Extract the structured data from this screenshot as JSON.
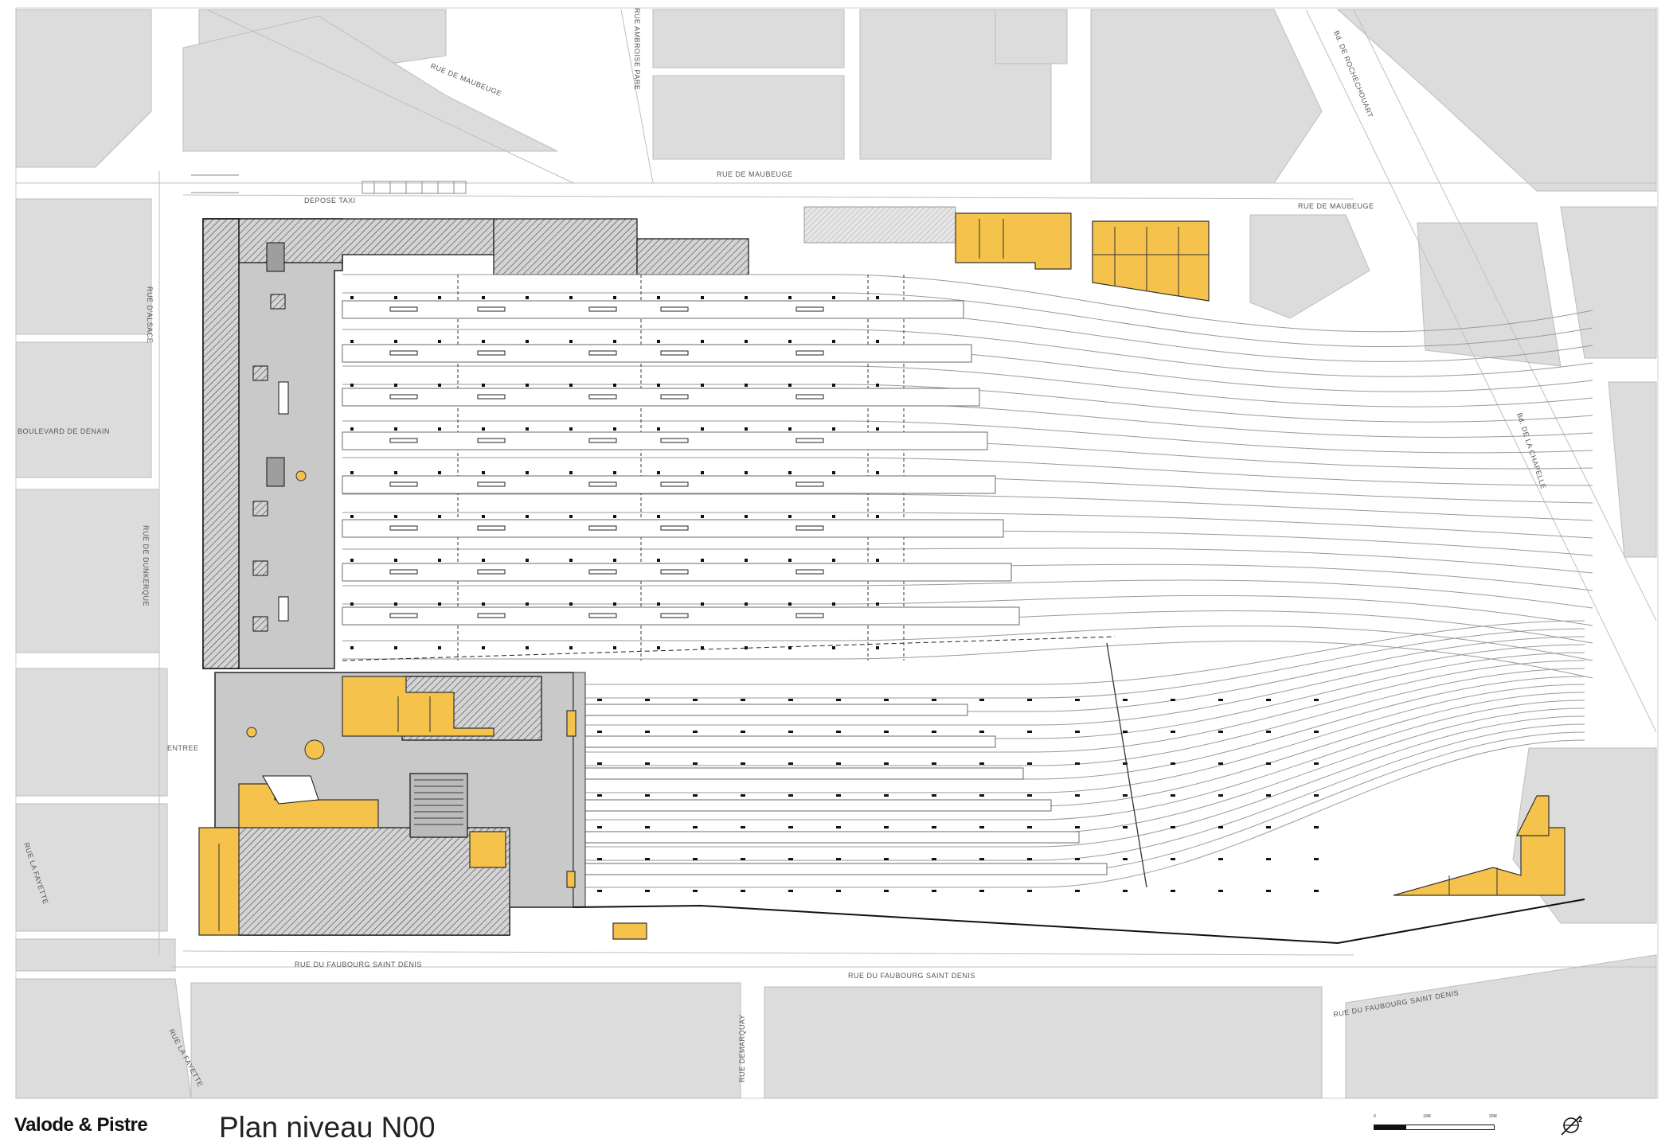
{
  "streets": {
    "rue_de_maubeuge": "RUE DE MAUBEUGE",
    "bd_de_rochechouart": "Bd. DE ROCHECHOUART",
    "rue_ambroise_pare": "RUE AMBROISE PARE",
    "depose_taxi": "DEPOSE TAXI",
    "boulevard_de_denain": "BOULEVARD DE DENAIN",
    "entree": "ENTREE",
    "rue_la_fayette": "RUE LA FAYETTE",
    "rue_du_faubourg_saint_denis": "RUE DU FAUBOURG SAINT DENIS",
    "rue_d_alsace": "RUE D'ALSACE",
    "rue_demarquay": "RUE DEMARQUAY",
    "bd_de_la_chapelle": "Bd. DE LA CHAPELLE",
    "rue_de_dunkerque": "RUE DE DUNKERQUE"
  },
  "footer": {
    "brand": "Valode & Pistre",
    "title": "Plan niveau N00"
  },
  "scale": {
    "label_0": "0",
    "label_mid": "10M",
    "label_end": "20M"
  },
  "colors": {
    "background": "#ffffff",
    "city_block": "#dcdcdc",
    "station_floor": "#c9c9c9",
    "highlight_yellow": "#f5c24c",
    "track_line": "#9a9a9a",
    "wall": "#111111"
  },
  "icons": {
    "north_arrow": "north-arrow-icon"
  }
}
